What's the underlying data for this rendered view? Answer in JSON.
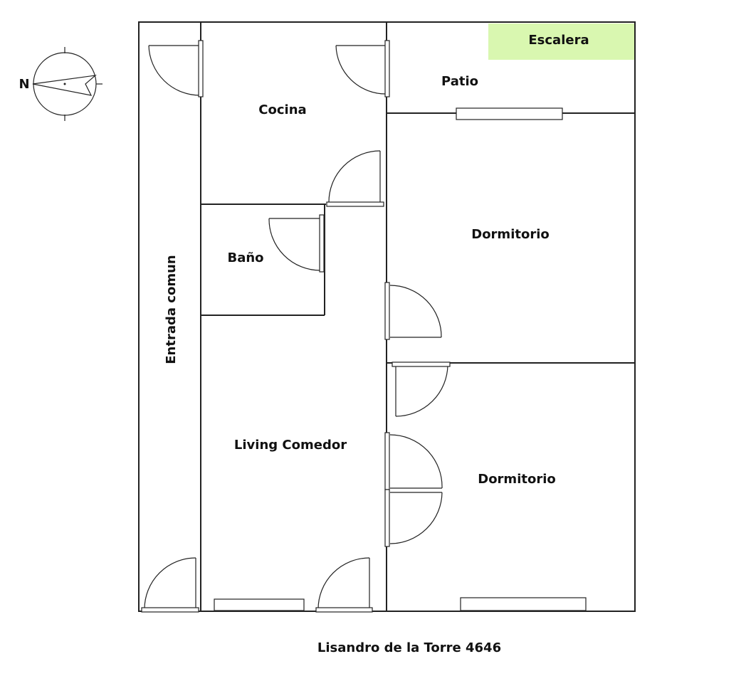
{
  "rooms": {
    "escalera": "Escalera",
    "patio": "Patio",
    "cocina": "Cocina",
    "dormitorio_1": "Dormitorio",
    "bano": "Baño",
    "entrada": "Entrada comun",
    "living": "Living Comedor",
    "dormitorio_2": "Dormitorio"
  },
  "compass": {
    "label": "N"
  },
  "address": "Lisandro de la Torre 4646",
  "colors": {
    "escalera_fill": "#d9f7b0",
    "walls": "#222222"
  }
}
